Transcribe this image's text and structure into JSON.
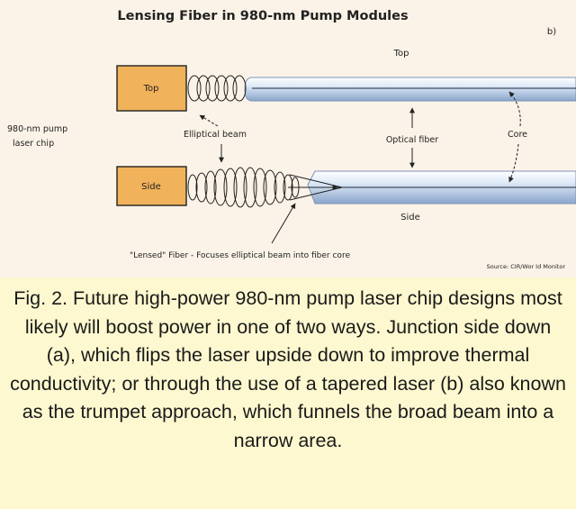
{
  "figure": {
    "title": "Lensing Fiber in 980-nm Pump Modules",
    "panel_label": "b)",
    "labels": {
      "top_view": "Top",
      "side_view": "Side",
      "chip_top": "Top",
      "chip_side": "Side",
      "chip_label_line1": "980-nm pump",
      "chip_label_line2": "laser chip",
      "elliptical_beam": "Elliptical beam",
      "optical_fiber": "Optical fiber",
      "core": "Core",
      "lensed_fiber": "\"Lensed\" Fiber - Focuses elliptical beam into fiber core",
      "source": "Source: CIR/Wor Id Monitor"
    },
    "colors": {
      "chip": "#f0b25a",
      "fiber_light": "#dfeaf7",
      "fiber_dark": "#8aa5cb",
      "core_line": "#1f2a44",
      "caption_bg": "#fdf8cf"
    }
  },
  "caption": "Fig. 2. Future high-power 980-nm pump laser chip designs most likely will boost power in one of two ways. Junction side down (a), which flips the laser upside down to improve thermal conductivity; or through the use of a tapered laser (b) also known as the trumpet approach, which funnels the broad beam into a narrow area."
}
